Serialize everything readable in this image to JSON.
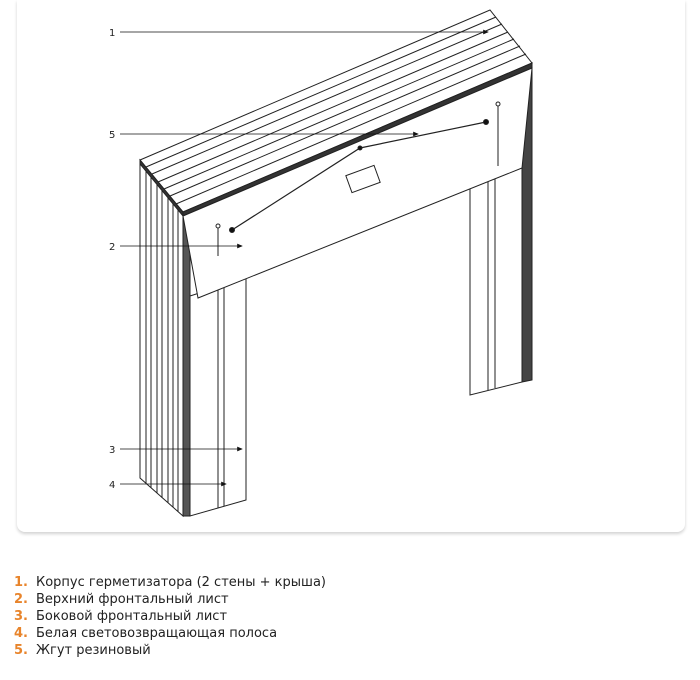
{
  "callouts": [
    "1",
    "5",
    "2",
    "3",
    "4"
  ],
  "legend": [
    {
      "number": "1.",
      "text": "Корпус герметизатора (2 стены + крыша)"
    },
    {
      "number": "2.",
      "text": "Верхний фронтальный лист"
    },
    {
      "number": "3.",
      "text": "Боковой фронтальный лист"
    },
    {
      "number": "4.",
      "text": "Белая световозвращающая полоса"
    },
    {
      "number": "5.",
      "text": "Жгут резиновый"
    }
  ],
  "colors": {
    "accent": "#e8842b",
    "line": "#222222"
  }
}
